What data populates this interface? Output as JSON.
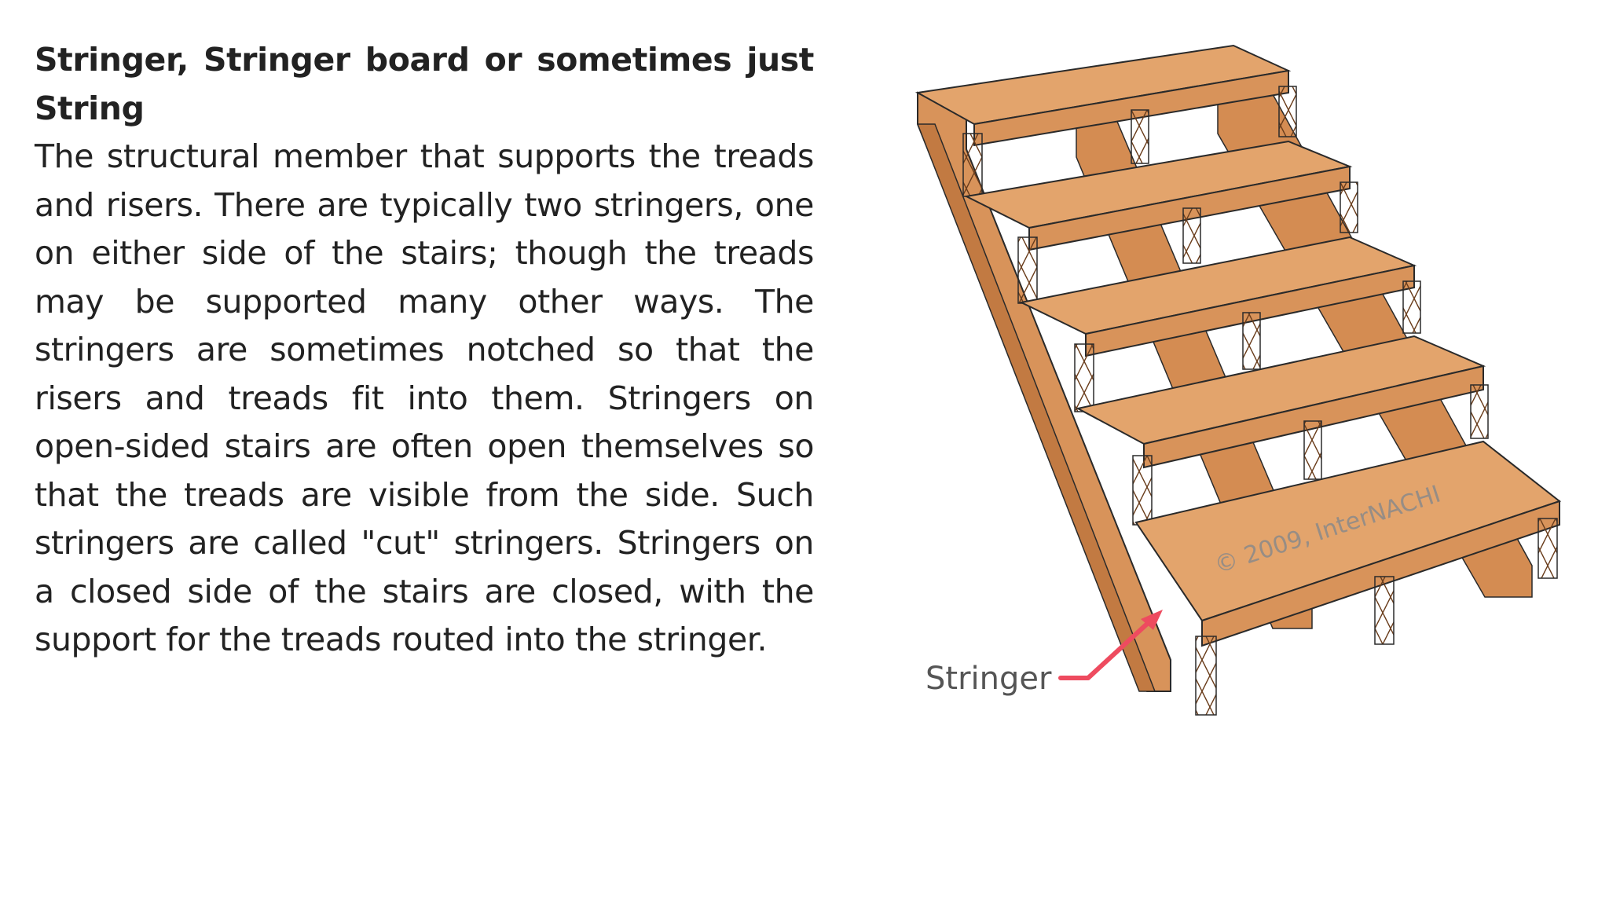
{
  "heading": "Stringer, Stringer board or sometimes just String",
  "body": "The structural member that supports the treads and risers. There are typically two stringers, one on either side of the stairs; though the treads may be supported many other ways. The stringers are sometimes notched so that the risers and treads fit into them. Stringers on open-sided stairs are often open themselves so that the treads are visible from the side. Such stringers are called \"cut\" stringers. Stringers on a closed side of the stairs are closed, with the support for the treads routed into the stringer.",
  "figure": {
    "callout_label": "Stringer",
    "copyright_watermark": "© 2009, InterNACHI",
    "colors": {
      "wood_light": "#e3a46c",
      "wood_mid": "#d8935a",
      "wood_dark": "#c27a42",
      "edge": "#2a2a2a",
      "arrow": "#ee4b5f",
      "label": "#555555"
    }
  }
}
